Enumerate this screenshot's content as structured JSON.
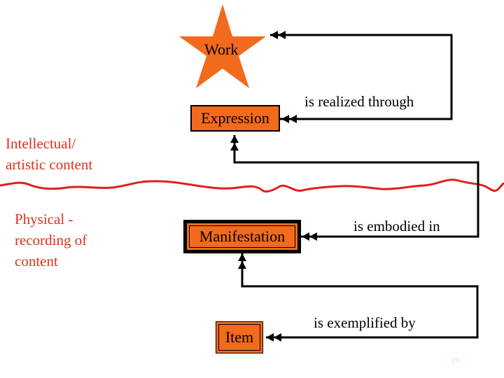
{
  "entities": {
    "work": "Work",
    "expression": "Expression",
    "manifestation": "Manifestation",
    "item": "Item"
  },
  "relationships": {
    "realized": "is realized through",
    "embodied": "is embodied in",
    "exemplified": "is exemplified by"
  },
  "zones": {
    "intellectual": [
      "Intellectual/",
      "artistic content"
    ],
    "physical": [
      "Physical -",
      "recording of",
      "content"
    ]
  },
  "slide_number": "19",
  "colors": {
    "entity_fill": "#f26a1b",
    "zone_text": "#e0301e",
    "divider": "#e0201a",
    "arrow": "#000000"
  }
}
